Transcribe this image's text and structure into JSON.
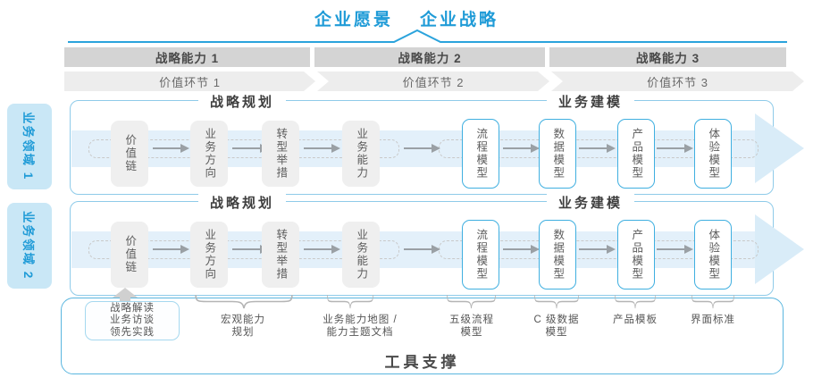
{
  "header": {
    "vision": "企业愿景",
    "strategy": "企业战略"
  },
  "capability_bars": [
    {
      "label": "战略能力 1"
    },
    {
      "label": "战略能力 2"
    },
    {
      "label": "战略能力 3"
    }
  ],
  "value_links": [
    {
      "label": "价值环节 1"
    },
    {
      "label": "价值环节 2"
    },
    {
      "label": "价值环节 3"
    }
  ],
  "domains": [
    {
      "label": "业务领域 1"
    },
    {
      "label": "业务领域 2"
    }
  ],
  "band": {
    "planning_title": "战略规划",
    "modeling_title": "业务建模",
    "gray_boxes": [
      "价值链",
      "业务方向",
      "转型举措",
      "业务能力"
    ],
    "blue_boxes": [
      "流程模型",
      "数据模型",
      "产品模型",
      "体验模型"
    ]
  },
  "annotations": {
    "practice_box": {
      "line1": "战略解读",
      "line2": "业务访谈",
      "line3": "领先实践"
    },
    "items": [
      {
        "lines": {
          "l1": "宏观能力",
          "l2": "规划"
        }
      },
      {
        "lines": {
          "l1": "业务能力地图 /",
          "l2": "能力主题文档"
        }
      },
      {
        "lines": {
          "l1": "五级流程",
          "l2": "模型"
        }
      },
      {
        "lines": {
          "l1": "C 级数据",
          "l2": "模型"
        }
      },
      {
        "lines": {
          "l1": "产品模板",
          "l2": ""
        }
      },
      {
        "lines": {
          "l1": "界面标准",
          "l2": ""
        }
      }
    ],
    "tool_support": "工具支撑"
  },
  "colors": {
    "accent_blue": "#1f9bd7",
    "band_border": "#8fcbe9",
    "node_border_blue": "#3fafe0",
    "stripe_fill": "#e3f0fa",
    "arrowhead_fill": "#d9ecf8",
    "gray_bar": "#d4d4d4",
    "chevron_bar": "#ededed",
    "gray_node": "#efefef",
    "outer_border": "#5ab6df",
    "domain_label_bg": "#c9e7f6"
  }
}
